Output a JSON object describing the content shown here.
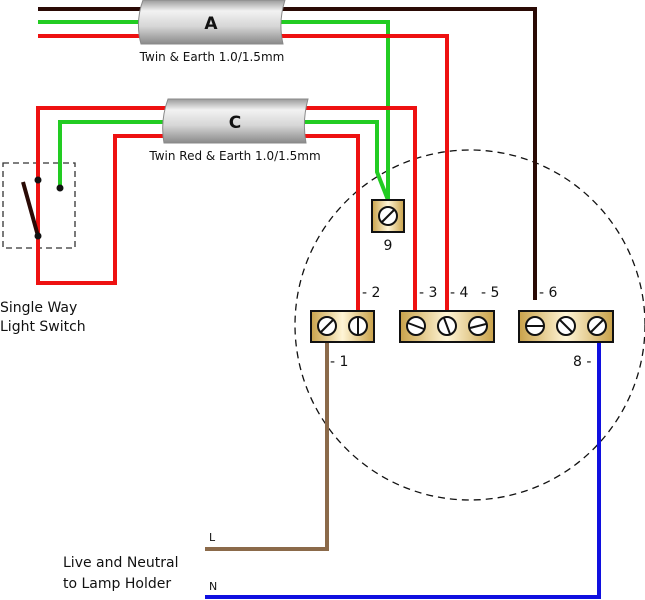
{
  "cables": [
    {
      "id": "A",
      "label": "A",
      "caption": "Twin & Earth 1.0/1.5mm"
    },
    {
      "id": "C",
      "label": "C",
      "caption": "Twin Red & Earth 1.0/1.5mm"
    }
  ],
  "switch": {
    "caption_line1": "Single Way",
    "caption_line2": "Light Switch"
  },
  "terminals": {
    "t1": "- 1",
    "t2": "- 2",
    "t3": "- 3",
    "t4": "- 4",
    "t5": "- 5",
    "t6": "- 6",
    "t8": "8 -",
    "t9": "9"
  },
  "lamp": {
    "caption_line1": "Live and Neutral",
    "caption_line2": "to Lamp Holder",
    "live": "L",
    "neutral": "N"
  },
  "colors": {
    "brown_core": "#2a0a05",
    "live_red": "#ee1111",
    "earth_green": "#22cc22",
    "lamp_live_brown": "#8b6a4a",
    "neutral_blue": "#1010e0",
    "brass": "#d8b860"
  }
}
